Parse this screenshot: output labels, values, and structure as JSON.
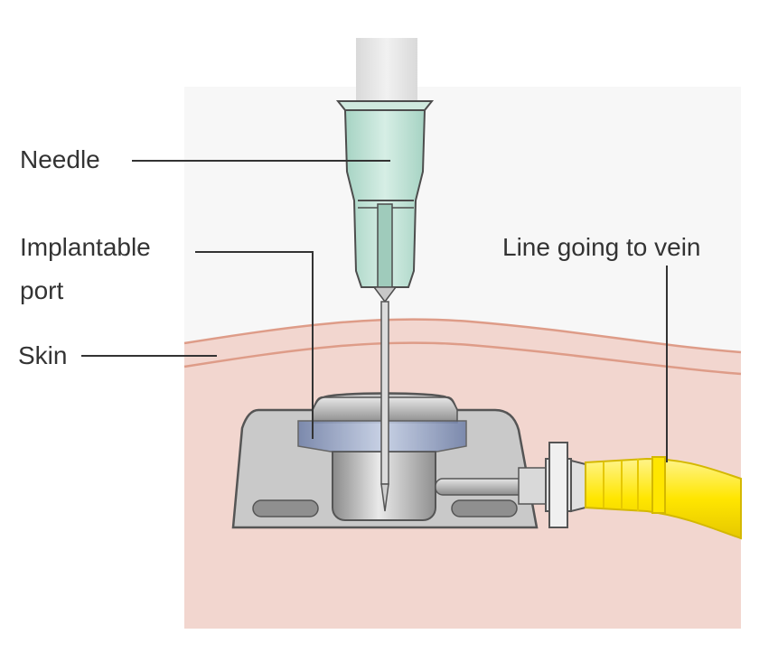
{
  "labels": {
    "needle": "Needle",
    "implantable_port": [
      "Implantable",
      "port"
    ],
    "skin": "Skin",
    "line_to_vein": "Line going to vein"
  },
  "colors": {
    "skin_fill": "#f2d6cf",
    "skin_surface_line": "#de9c88",
    "port_body": "#c9c9c9",
    "needle_hub": "#b6dccd",
    "tube": "#ffe600"
  }
}
